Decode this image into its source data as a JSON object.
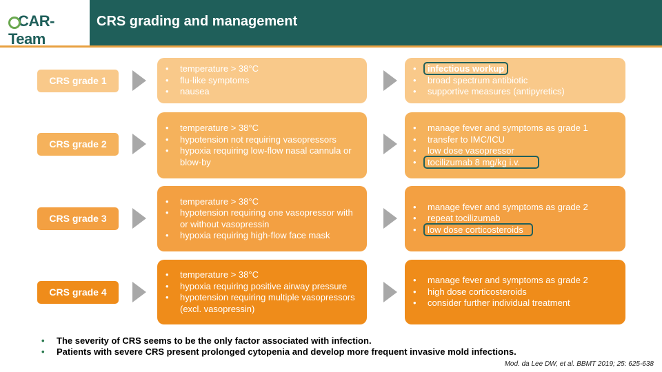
{
  "header": {
    "logo": {
      "text_prefix": "C",
      "text_main": "AR-Team"
    },
    "title": "CRS grading and management"
  },
  "colors": {
    "teal": "#1f5f5a",
    "grade1": "#f9c98a",
    "grade2": "#f5b25c",
    "grade3": "#f3a042",
    "grade4": "#ef8c1a",
    "arrow": "#a8a8a8",
    "bullet_footer": "#2a7a4f"
  },
  "rows": [
    {
      "grade": "CRS grade 1",
      "symptoms": [
        "temperature > 38°C",
        "flu-like symptoms",
        "nausea"
      ],
      "management": [
        "infectious workup",
        "broad spectrum antibiotic",
        "supportive measures (antipyretics)"
      ],
      "highlight": "infectious workup"
    },
    {
      "grade": "CRS grade 2",
      "symptoms": [
        "temperature > 38°C",
        "hypotension not requiring vasopressors",
        "hypoxia requiring low-flow nasal cannula or blow-by"
      ],
      "management": [
        "manage fever and symptoms as grade 1",
        "transfer to IMC/ICU",
        "low dose vasopressor",
        "tocilizumab 8 mg/kg i.v."
      ],
      "highlight": "tocilizumab 8 mg/kg i.v."
    },
    {
      "grade": "CRS grade 3",
      "symptoms": [
        "temperature > 38°C",
        "hypotension requiring one vasopressor with or without vasopressin",
        "hypoxia requiring high-flow face mask"
      ],
      "management": [
        "manage fever and symptoms as grade 2",
        "repeat tocilizumab",
        "low dose corticosteroids"
      ],
      "highlight": "low dose corticosteroids"
    },
    {
      "grade": "CRS grade 4",
      "symptoms": [
        "temperature > 38°C",
        "hypoxia requiring positive airway pressure",
        "hypotension requiring multiple vasopressors (excl. vasopressin)"
      ],
      "management": [
        "manage fever and symptoms as grade 2",
        "high dose corticosteroids",
        "consider further individual treatment"
      ]
    }
  ],
  "footer": {
    "notes": [
      "The severity of CRS seems to be the only factor associated with infection.",
      "Patients with severe CRS present prolonged cytopenia and develop more frequent invasive mold infections."
    ],
    "citation": "Mod. da Lee DW, et al. BBMT 2019; 25: 625-638"
  }
}
